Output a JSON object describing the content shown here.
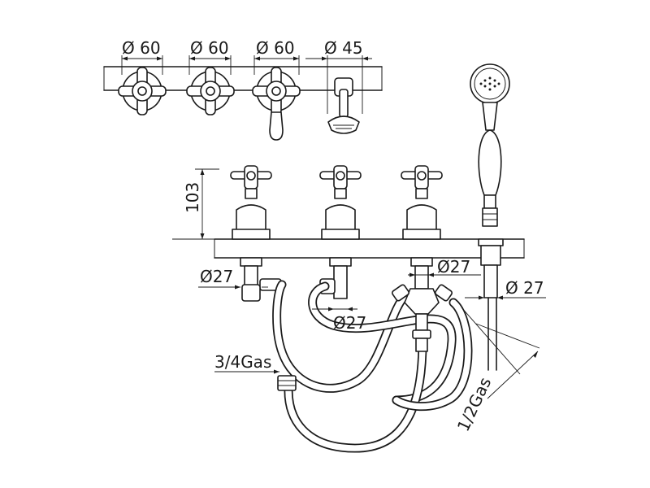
{
  "top_view": {
    "dims": [
      "Ø 60",
      "Ø 60",
      "Ø 60",
      "Ø 45"
    ]
  },
  "side_view": {
    "height_label": "103",
    "dia_left": "Ø27",
    "dia_middle": "Ø27",
    "dia_right_valve": "Ø27",
    "dia_shower": "Ø 27",
    "thread_left": "3/4Gas",
    "thread_right": "1/2Gas"
  }
}
